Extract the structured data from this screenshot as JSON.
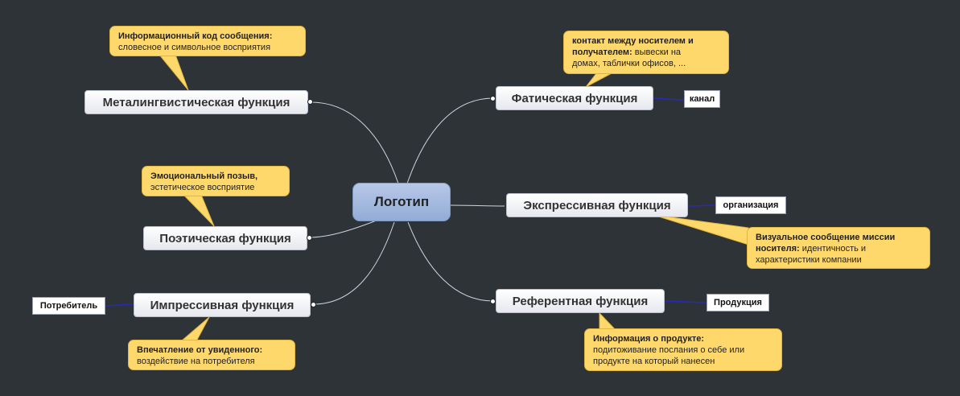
{
  "central": {
    "label": "Логотип"
  },
  "branches": {
    "metalinguistic": {
      "label": "Металингвистическая функция"
    },
    "poetic": {
      "label": "Поэтическая функция"
    },
    "impressive": {
      "label": "Импрессивная функция"
    },
    "phatic": {
      "label": "Фатическая функция"
    },
    "expressive": {
      "label": "Экспрессивная функция"
    },
    "referential": {
      "label": "Референтная функция"
    }
  },
  "tags": {
    "impressive": "Потребитель",
    "phatic": "канал",
    "expressive": "организация",
    "referential": "Продукция"
  },
  "callouts": {
    "metalinguistic": {
      "bold": "Информационный код сообщения:",
      "text": "словесное и символьное восприятия"
    },
    "poetic": {
      "line1": "Эмоциональный позыв,",
      "line2": "эстетическое восприятие"
    },
    "impressive": {
      "bold": "Впечатление от увиденного:",
      "text": "воздействие на потребителя"
    },
    "phatic": {
      "bold_line1": "контакт между носителем и",
      "bold_line2": "получателем:",
      "text_tail": "вывески на",
      "line3": "домах, таблички офисов, ..."
    },
    "expressive": {
      "bold_line1": "Визуальное сообщение миссии",
      "bold_line2": "носителя:",
      "text_tail": "идентичность и",
      "line3": "характеристики компании"
    },
    "referential": {
      "bold": "Информация о продукте:",
      "line2": "подитоживание послания о себе или",
      "line3": "продукте на который нанесен"
    }
  },
  "colors": {
    "background": "#2e3338",
    "callout": "#ffd86b",
    "central": "#a9bde3",
    "connector": "#cfd3da",
    "tag_connector": "#2a2ab8"
  }
}
